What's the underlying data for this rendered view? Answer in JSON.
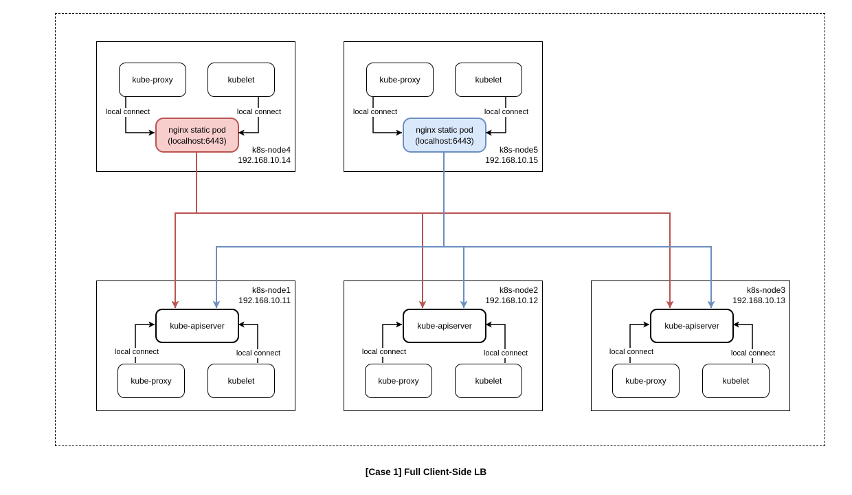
{
  "caption": "[Case 1] Full Client-Side LB",
  "labels": {
    "kube_proxy": "kube-proxy",
    "kubelet": "kubelet",
    "local_connect": "local connect",
    "kube_apiserver": "kube-apiserver",
    "nginx_pod_name": "nginx static pod",
    "nginx_pod_addr": "(localhost:6443)"
  },
  "worker_nodes": [
    {
      "name": "k8s-node4",
      "ip": "192.168.10.14",
      "pod_color_name": "red"
    },
    {
      "name": "k8s-node5",
      "ip": "192.168.10.15",
      "pod_color_name": "blue"
    }
  ],
  "master_nodes": [
    {
      "name": "k8s-node1",
      "ip": "192.168.10.11"
    },
    {
      "name": "k8s-node2",
      "ip": "192.168.10.12"
    },
    {
      "name": "k8s-node3",
      "ip": "192.168.10.13"
    }
  ],
  "colors": {
    "red_pod_fill": "#f8cecc",
    "red_pod_stroke": "#b85450",
    "blue_pod_fill": "#dae8fc",
    "blue_pod_stroke": "#6c8ebf",
    "red_line": "#b85450",
    "blue_line": "#6c8ebf",
    "black_line": "#000000"
  }
}
